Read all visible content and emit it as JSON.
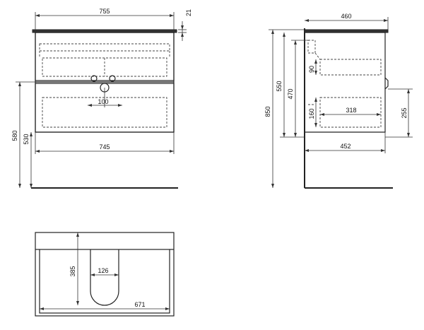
{
  "dimensions": {
    "front_top_width": "755",
    "front_top_thickness": "21",
    "front_bottom_width": "745",
    "front_height_580": "580",
    "front_height_530": "530",
    "front_inner_100": "100",
    "side_top_depth": "460",
    "side_total_850": "850",
    "side_550": "550",
    "side_470": "470",
    "side_90": "90",
    "side_160": "160",
    "side_318": "318",
    "side_255": "255",
    "side_bottom_depth": "452",
    "plan_385": "385",
    "plan_126": "126",
    "plan_671": "671"
  }
}
